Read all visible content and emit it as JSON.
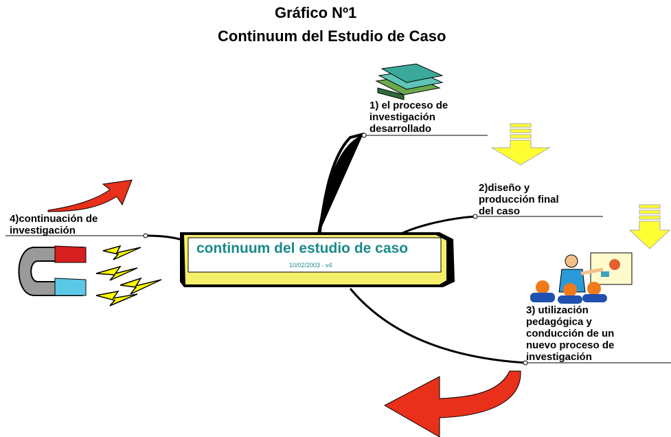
{
  "title": {
    "line1": "Gráfico Nº1",
    "line2": "Continuum del Estudio  de Caso"
  },
  "center": {
    "title": "continuum del estudio de caso",
    "date": "10/02/2003 - v4"
  },
  "branches": [
    {
      "lines": [
        "1) el proceso de",
        "investigación",
        "desarrollado"
      ]
    },
    {
      "lines": [
        "2)diseño y",
        "producción final",
        "del caso"
      ]
    },
    {
      "lines": [
        "3) utilización",
        "pedagógica y",
        "conducción de un",
        "nuevo proceso de",
        "investigación"
      ]
    },
    {
      "lines": [
        "4)continuación de",
        "investigación"
      ]
    }
  ],
  "icons": [
    "books-icon",
    "down-arrow-icon",
    "presenter-icon",
    "magnet-icon",
    "lightning-icon",
    "curved-arrow-icon"
  ],
  "colors": {
    "center_fill": "#f5f06a",
    "center_text": "#1a8a8a",
    "arrow_yellow": "#ffff33",
    "arrow_red": "#e8301a"
  }
}
